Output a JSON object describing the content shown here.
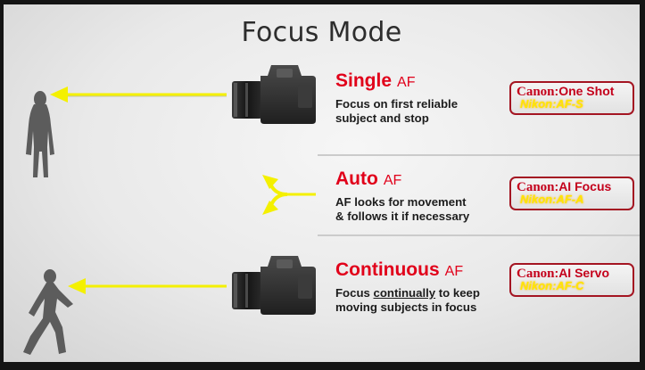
{
  "title": "Focus Mode",
  "modes": [
    {
      "name": "Single",
      "suffix": "AF",
      "description_lines": [
        "Focus on first reliable",
        "subject and stop"
      ],
      "canon_brand": "Canon",
      "canon_value": ":One Shot",
      "nikon_brand": "Nikon",
      "nikon_value": ":AF-S"
    },
    {
      "name": "Auto",
      "suffix": "AF",
      "description_lines": [
        "AF looks for movement",
        "& follows it if necessary"
      ],
      "canon_brand": "Canon",
      "canon_value": ":AI Focus",
      "nikon_brand": "Nikon",
      "nikon_value": ":AF-A"
    },
    {
      "name": "Continuous",
      "suffix": "AF",
      "description_lines": [
        "Focus continually to keep",
        "moving subjects in focus"
      ],
      "underlined_word": "continually",
      "canon_brand": "Canon",
      "canon_value": ":AI Servo",
      "nikon_brand": "Nikon",
      "nikon_value": ":AF-C"
    }
  ],
  "colors": {
    "accent_red": "#e1001a",
    "arrow_yellow": "#f4f000",
    "nikon_yellow": "#ffe600",
    "silhouette": "#5a5a5a",
    "camera": "#2a2a2a"
  },
  "icons": [
    "standing-person-icon",
    "camera-icon",
    "split-arrow-icon",
    "running-person-icon"
  ]
}
